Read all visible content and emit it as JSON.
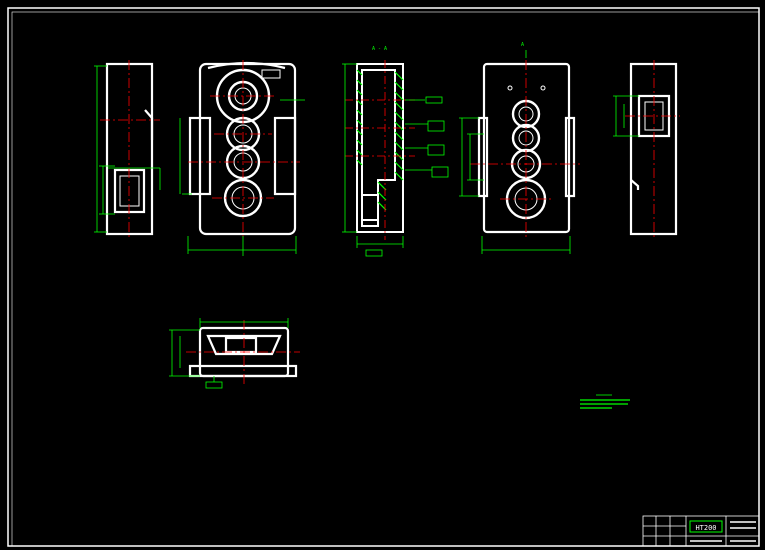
{
  "drawing": {
    "section_label": "A - A",
    "view_marker": "A",
    "title_block": {
      "part_code": "HT200"
    }
  },
  "colors": {
    "background": "#000000",
    "outline": "#ffffff",
    "dimension": "#00ff00",
    "centerline": "#ff0000",
    "hatch": "#00ff00"
  }
}
